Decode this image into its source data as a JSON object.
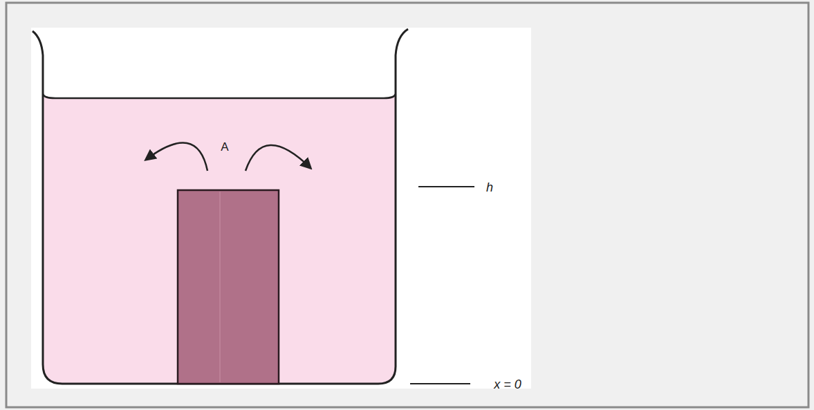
{
  "diagram": {
    "labels": [
      "A",
      "h",
      "x = 0"
    ]
  }
}
